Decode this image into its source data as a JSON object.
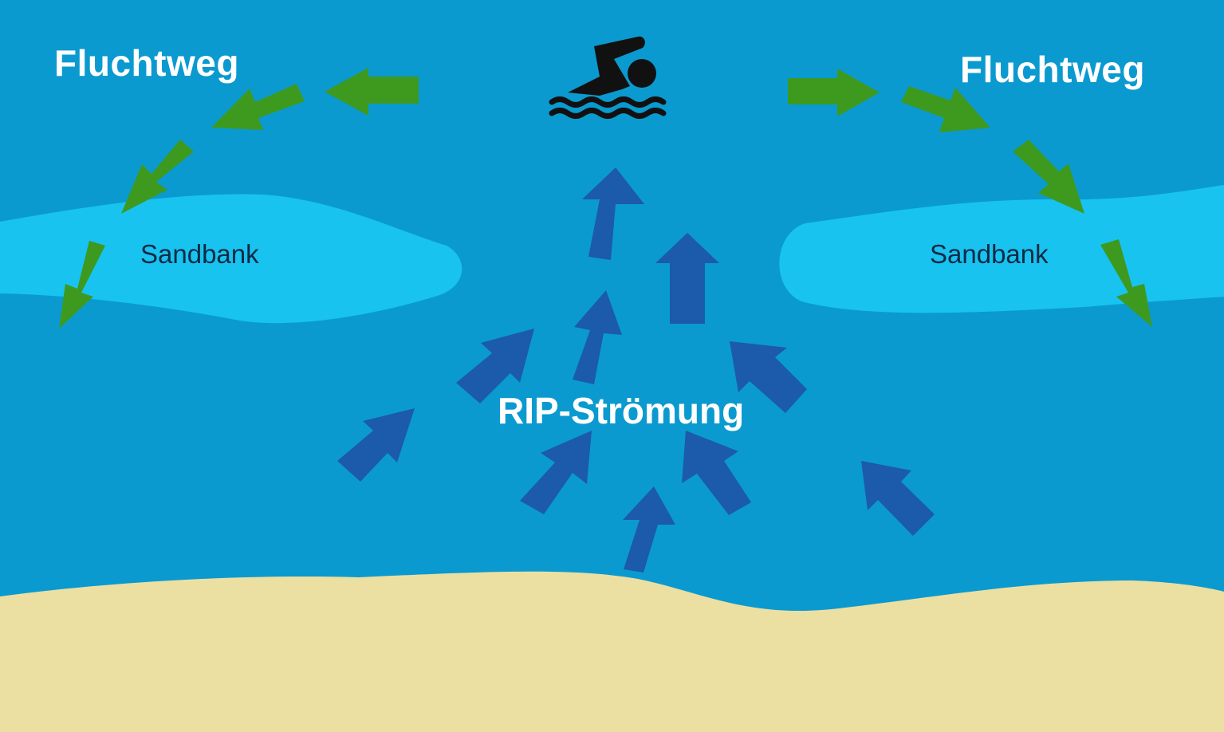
{
  "labels": {
    "escape_left": "Fluchtweg",
    "escape_right": "Fluchtweg",
    "sandbank_left": "Sandbank",
    "sandbank_right": "Sandbank",
    "rip_current": "RIP-Strömung"
  },
  "icons": {
    "swimmer": "swimmer-icon"
  },
  "colors": {
    "water": "#0a9ad0",
    "sandbank": "#18c3f0",
    "beach": "#ecdfa2",
    "escape_arrow": "#3d9a1f",
    "current_arrow": "#1c5aab",
    "swimmer": "#111111"
  }
}
